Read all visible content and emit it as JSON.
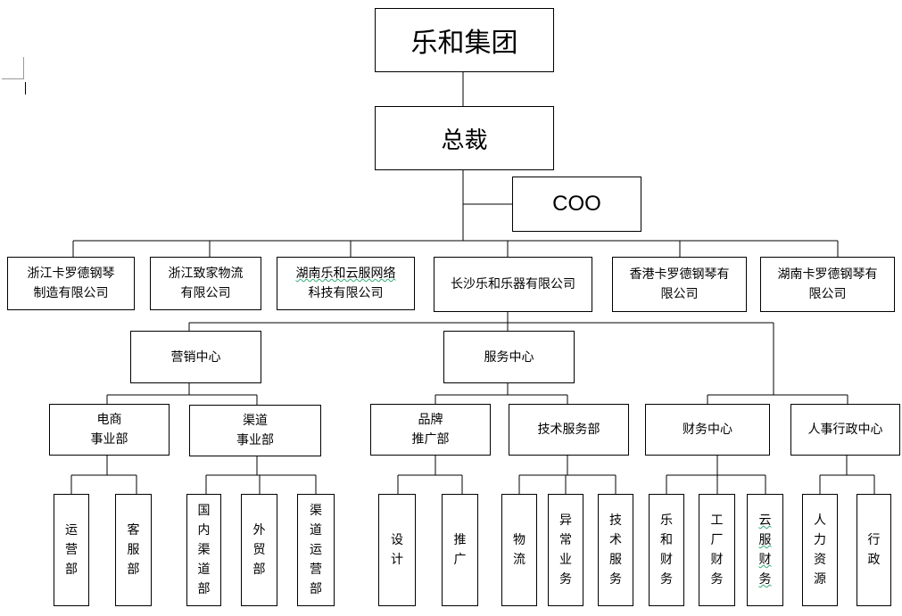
{
  "top": {
    "group": "乐和集团",
    "president": "总裁",
    "coo": "COO"
  },
  "companies": [
    [
      "浙江卡罗德钢琴",
      "制造有限公司"
    ],
    [
      "浙江致家物流",
      "有限公司"
    ],
    [
      "湖南乐和云服网络",
      "科技有限公司"
    ],
    [
      "长沙乐和乐器有限公司"
    ],
    [
      "香港卡罗德钢琴有",
      "限公司"
    ],
    [
      "湖南卡罗德钢琴有",
      "限公司"
    ]
  ],
  "centers": {
    "marketing": "营销中心",
    "service": "服务中心"
  },
  "departments": [
    [
      "电商",
      "事业部"
    ],
    [
      "渠道",
      "事业部"
    ],
    [
      "品牌",
      "推广部"
    ],
    [
      "技术服务部"
    ],
    [
      "财务中心"
    ],
    [
      "人事行政中心"
    ]
  ],
  "teams": [
    [
      "运",
      "营",
      "部"
    ],
    [
      "客",
      "服",
      "部"
    ],
    [
      "国",
      "内",
      "渠",
      "道",
      "部"
    ],
    [
      "外",
      "贸",
      "部"
    ],
    [
      "渠",
      "道",
      "运",
      "营",
      "部"
    ],
    [
      "设",
      "计"
    ],
    [
      "推",
      "广"
    ],
    [
      "物",
      "流"
    ],
    [
      "异",
      "常",
      "业",
      "务"
    ],
    [
      "技",
      "术",
      "服",
      "务"
    ],
    [
      "乐",
      "和",
      "财",
      "务"
    ],
    [
      "工",
      "厂",
      "财",
      "务"
    ],
    [
      "云",
      "服",
      "财",
      "务"
    ],
    [
      "人",
      "力",
      "资",
      "源"
    ],
    [
      "行",
      "政"
    ]
  ]
}
